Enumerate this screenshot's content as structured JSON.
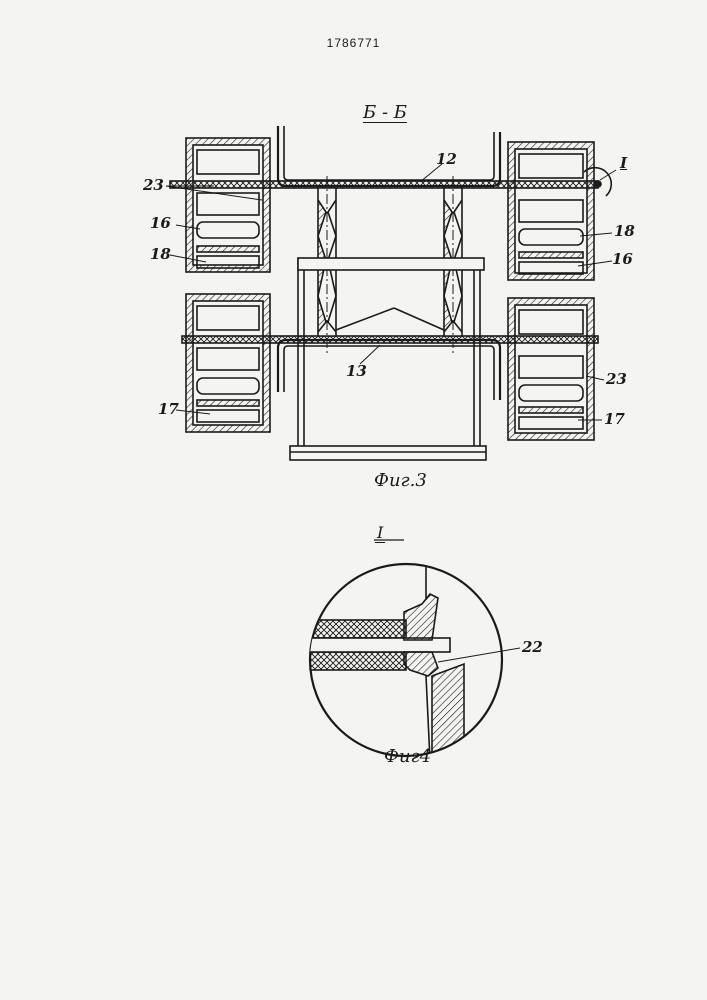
{
  "header": {
    "patent_number": "1786771"
  },
  "figure3": {
    "section_label": "Б - Б",
    "caption": "Фиг.3",
    "detail_marker": "I",
    "callouts": {
      "c23_left": "23",
      "c16_left": "16",
      "c18_left": "18",
      "c17_left": "17",
      "c12": "12",
      "c13": "13",
      "c18_right": "18",
      "c16_right": "16",
      "c23_right": "23",
      "c17_right": "17"
    }
  },
  "figure4": {
    "detail_label": "I",
    "caption": "Фиг4",
    "callouts": {
      "c22": "22"
    }
  },
  "colors": {
    "ink": "#1a1a1a",
    "paper": "#f4f4f2"
  }
}
